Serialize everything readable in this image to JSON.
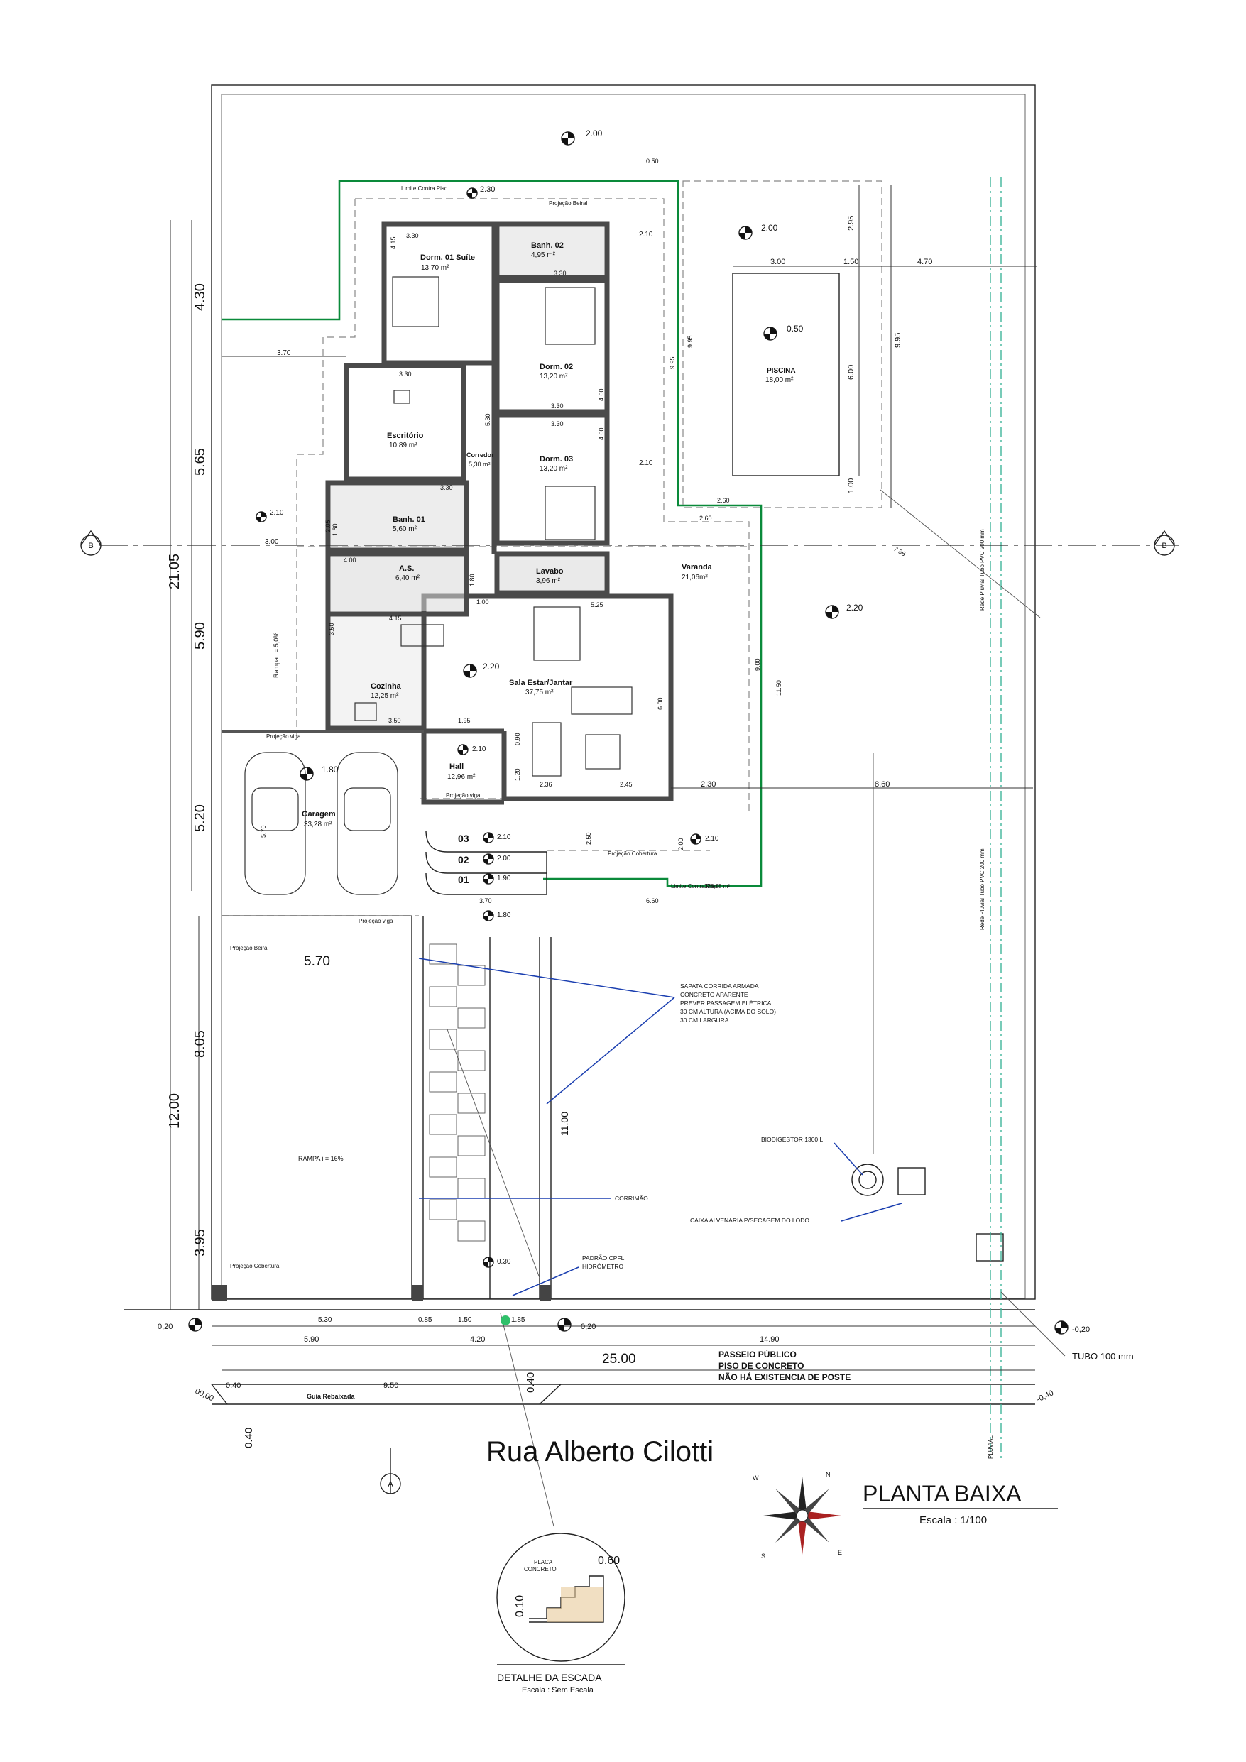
{
  "drawing": {
    "title": "PLANTA BAIXA",
    "scale": "Escala : 1/100",
    "street": "Rua Alberto Cilotti",
    "sidewalk_note": [
      "PASSEIO PÚBLICO",
      "PISO DE CONCRETO",
      "NÃO HÁ EXISTENCIA  DE POSTE"
    ],
    "curb": "Guia Rebaixada",
    "section_marks": {
      "b_left": "B",
      "b_right": "B",
      "a": "A"
    }
  },
  "rooms": {
    "suite": {
      "name": "Dorm. 01 Suíte",
      "area": "13,70 m²"
    },
    "banh2": {
      "name": "Banh. 02",
      "area": "4,95 m²"
    },
    "dorm2": {
      "name": "Dorm. 02",
      "area": "13,20 m²"
    },
    "escritorio": {
      "name": "Escritório",
      "area": "10,89 m²"
    },
    "corredor": {
      "name": "Corredor",
      "area": "5,30 m²"
    },
    "dorm3": {
      "name": "Dorm. 03",
      "area": "13,20 m²"
    },
    "banh1": {
      "name": "Banh. 01",
      "area": "5,60 m²"
    },
    "as": {
      "name": "A.S.",
      "area": "6,40 m²"
    },
    "lavabo": {
      "name": "Lavabo",
      "area": "3,96 m²"
    },
    "varanda": {
      "name": "Varanda",
      "area": "21,06m²"
    },
    "cozinha": {
      "name": "Cozinha",
      "area": "12,25 m²"
    },
    "sala": {
      "name": "Sala Estar/Jantar",
      "area": "37,75 m²"
    },
    "hall": {
      "name": "Hall",
      "area": "12,96 m²"
    },
    "garagem": {
      "name": "Garagem",
      "area": "33,28 m²"
    },
    "piscina": {
      "name": "PISCINA",
      "area": "18,00 m²"
    }
  },
  "levels": {
    "top": "2.00",
    "limite": "2.30",
    "piscina_edge": "2.00",
    "piscina": "0.50",
    "b1": "2.10",
    "b2": "2.10",
    "b3": "2.10",
    "varanda": "2.20",
    "sala": "2.20",
    "hall": "2.10",
    "garagem": "1.80",
    "s03": "2.10",
    "s02": "2.00",
    "s01": "1.90",
    "s_base": "1.80",
    "rampa": "0.30",
    "left_ground": "0,20",
    "mid_ground": "0,20",
    "right_ground": "-0,20",
    "step_entry": "2.10"
  },
  "notes": {
    "limite_contra_piso": "Limite Contra Piso",
    "limite_contra_piso_2": "Limite Contra Piso",
    "limite_value": "326,58 m²",
    "proj_beiral": "Projeção Beiral",
    "proj_beiral_low": "Projeção Beiral",
    "proj_viga": "Projeção viga",
    "proj_viga_2": "Projeção viga",
    "proj_viga_3": "Projeção viga",
    "proj_cobertura": "Projeção Cobertura",
    "proj_cobertura_2": "Projeção Cobertura",
    "rampa_garagem": "Rampa i = 5,0%",
    "rampa": "RAMPA i = 16%",
    "sapata": [
      "SAPATA CORRIDA ARMADA",
      "CONCRETO APARENTE",
      "PREVER PASSAGEM ELÉTRICA",
      "30 CM ALTURA (ACIMA DO SOLO)",
      "30 CM LARGURA"
    ],
    "corrimao": "CORRIMÃO",
    "padrao": [
      "PADRÃO CPFL",
      "HIDRÔMETRO"
    ],
    "biodigestor": "BIODIGESTOR 1300 L",
    "caixa": "CAIXA ALVENARIA P/SECAGEM DO LODO",
    "tubo": "TUBO  100 mm",
    "rede1": "Rede Pluvial Tubo PVC 200 mm",
    "rede2": "Rede Pluvial Tubo PVC 200 mm",
    "pluvial": "PLUVIAL"
  },
  "stairs": {
    "s03": "03",
    "s02": "02",
    "s01": "01"
  },
  "dims": {
    "left_430": "4.30",
    "left_565": "5.65",
    "left_2105": "21.05",
    "left_590": "5.90",
    "left_520": "5.20",
    "left_1200": "12.00",
    "left_805": "8.05",
    "left_395": "3.95",
    "d_370": "3.70",
    "d_330a": "3.30",
    "d_330b": "3.30",
    "d_330c": "3.30",
    "d_330d": "3.30",
    "d_330e": "3.30",
    "d_330f": "3.30",
    "d_415": "4.15",
    "d_400": "4.00",
    "d_415b": "4.15",
    "d_350": "3.50",
    "d_350b": "3.50",
    "d_195": "1.95",
    "d_100": "1.00",
    "d_525": "5.25",
    "d_600": "6.00",
    "d_236": "2.36",
    "d_245": "2.45",
    "d_230": "2.30",
    "d_860": "8.60",
    "d_250": "2.50",
    "d_200": "2.00",
    "d_370b": "3.70",
    "d_660": "6.60",
    "d_570": "5.70",
    "d_570v": "5.70",
    "d_1100": "11.00",
    "d_300": "3.00",
    "d_150": "1.50",
    "d_470": "4.70",
    "d_295": "2.95",
    "d_600p": "6.00",
    "d_995": "9.95",
    "d_995b": "9.95",
    "d_995c": "9.95",
    "d_100p": "1.00",
    "d_260": "2.60",
    "d_260b": "2.60",
    "d_786": "7.86",
    "d_900": "9.00",
    "d_1150": "11.50",
    "d_050": "0.50",
    "d_300b": "3.00",
    "d_530": "5.30",
    "d_085": "0.85",
    "d_150b": "1.50",
    "d_185": "1.85",
    "d_590": "5.90",
    "d_420": "4.20",
    "d_1490": "14.90",
    "d_2500": "25.00",
    "d_040": "0.40",
    "d_950": "9.50",
    "d_040b": "0.40",
    "d_040c": "0.40",
    "d_000": "00,00",
    "d_m040": "-0,40",
    "d_090": "0.90",
    "d_120": "1.20",
    "d_200b": "2.05",
    "d_160": "1.60",
    "d_180v": "1.80",
    "d_530v": "5.30",
    "d_400v": "4.00",
    "d_400v2": "4.00"
  },
  "detail": {
    "title": "DETALHE DA ESCADA",
    "scale": "Escala : Sem Escala",
    "placa": [
      "PLACA",
      "CONCRETO"
    ],
    "h": "0.10",
    "w": "0.60"
  },
  "compass": {
    "n": "N",
    "s": "S",
    "e": "E",
    "w": "W"
  }
}
